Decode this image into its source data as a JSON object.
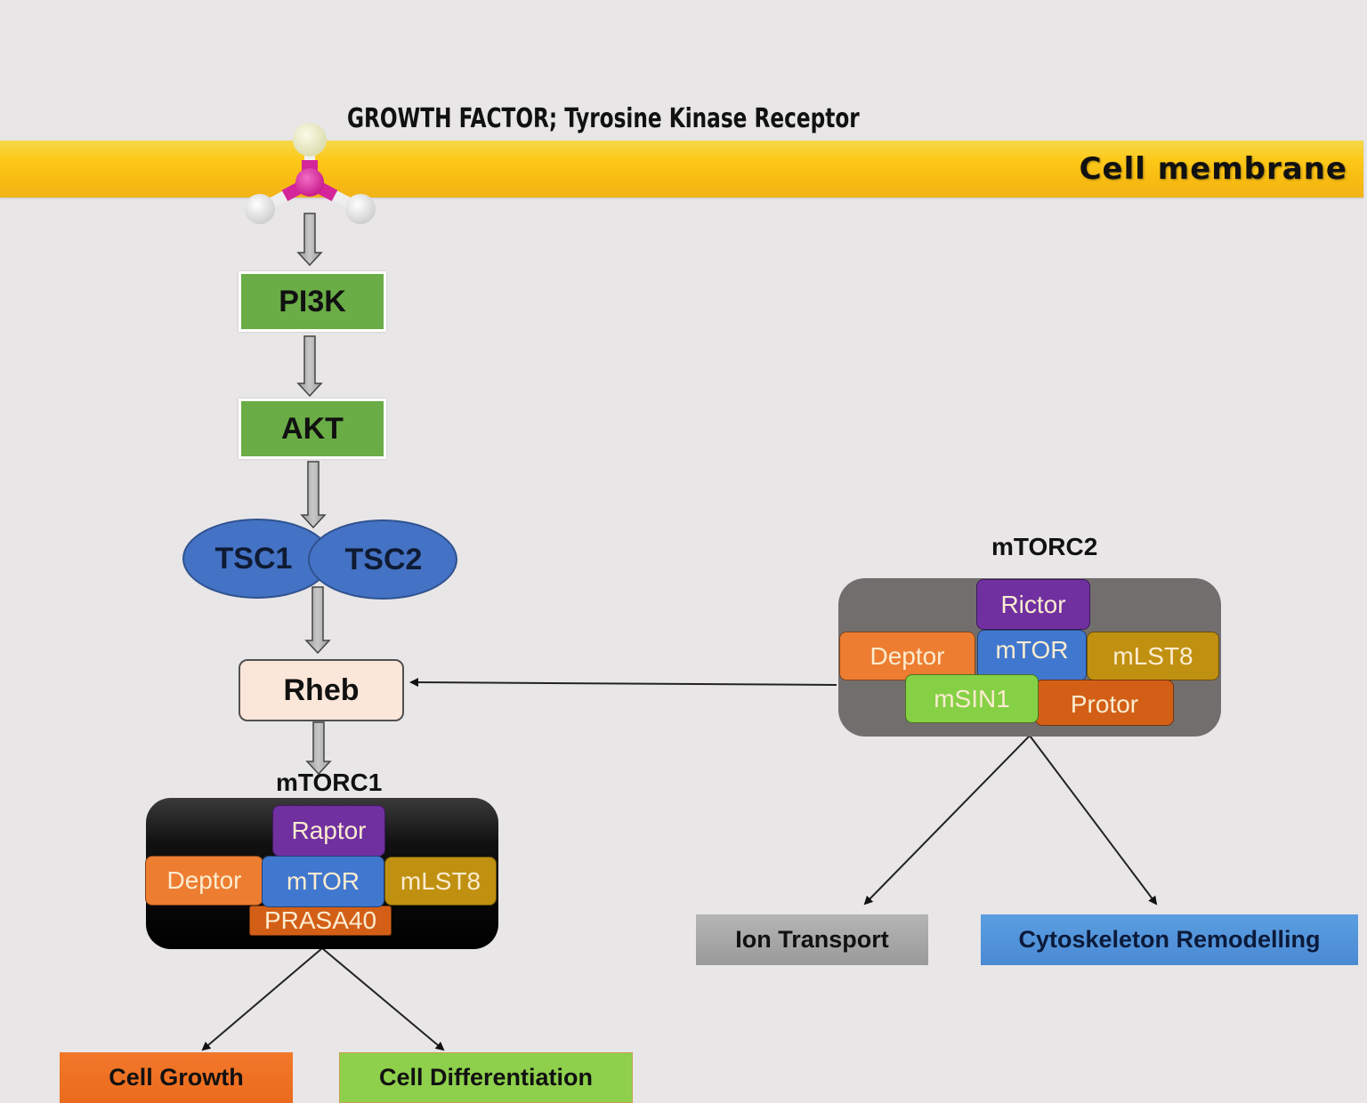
{
  "header": {
    "receptor_title": "GROWTH FACTOR; Tyrosine Kinase Receptor",
    "membrane_label": "Cell membrane"
  },
  "colors": {
    "background": "#e8e6e7",
    "membrane": "#fdc817",
    "kinase_green": "#6aac46",
    "tsc_blue": "#4472c4",
    "rheb_fill": "#fbe6da",
    "raptor_rictor_purple": "#7030a0",
    "mtor_blue": "#4178cf",
    "deptor_orange": "#ed7d31",
    "mlst8_gold": "#c09010",
    "prasa40_protor_rust": "#d35f17",
    "msin1_lime": "#86d045",
    "mtorc1_fill": "#000000",
    "mtorc2_fill": "#736e6e"
  },
  "pathway": {
    "receptor_icon": "molecule-receptor-icon",
    "pi3k": "PI3K",
    "akt": "AKT",
    "tsc1": "TSC1",
    "tsc2": "TSC2",
    "rheb": "Rheb"
  },
  "mtorc1": {
    "title": "mTORC1",
    "subunits": {
      "raptor": "Raptor",
      "deptor": "Deptor",
      "mtor": "mTOR",
      "mlst8": "mLST8",
      "prasa40": "PRASA40"
    },
    "outcomes": [
      "Cell Growth",
      "Cell Differentiation"
    ]
  },
  "mtorc2": {
    "title": "mTORC2",
    "subunits": {
      "rictor": "Rictor",
      "deptor": "Deptor",
      "mtor": "mTOR",
      "mlst8": "mLST8",
      "msin1": "mSIN1",
      "protor": "Protor"
    },
    "outcomes": [
      "Ion Transport",
      "Cytoskeleton Remodelling"
    ]
  },
  "edges": [
    {
      "from": "receptor",
      "to": "PI3K",
      "style": "block-arrow"
    },
    {
      "from": "PI3K",
      "to": "AKT",
      "style": "block-arrow"
    },
    {
      "from": "AKT",
      "to": "TSC1/TSC2",
      "style": "block-arrow"
    },
    {
      "from": "TSC1/TSC2",
      "to": "Rheb",
      "style": "block-arrow"
    },
    {
      "from": "Rheb",
      "to": "mTORC1",
      "style": "block-arrow"
    },
    {
      "from": "mTORC2",
      "to": "Rheb",
      "style": "line-arrow"
    },
    {
      "from": "mTORC1",
      "to": "Cell Growth",
      "style": "line-arrow"
    },
    {
      "from": "mTORC1",
      "to": "Cell Differentiation",
      "style": "line-arrow"
    },
    {
      "from": "mTORC2",
      "to": "Ion Transport",
      "style": "line-arrow"
    },
    {
      "from": "mTORC2",
      "to": "Cytoskeleton Remodelling",
      "style": "line-arrow"
    }
  ]
}
